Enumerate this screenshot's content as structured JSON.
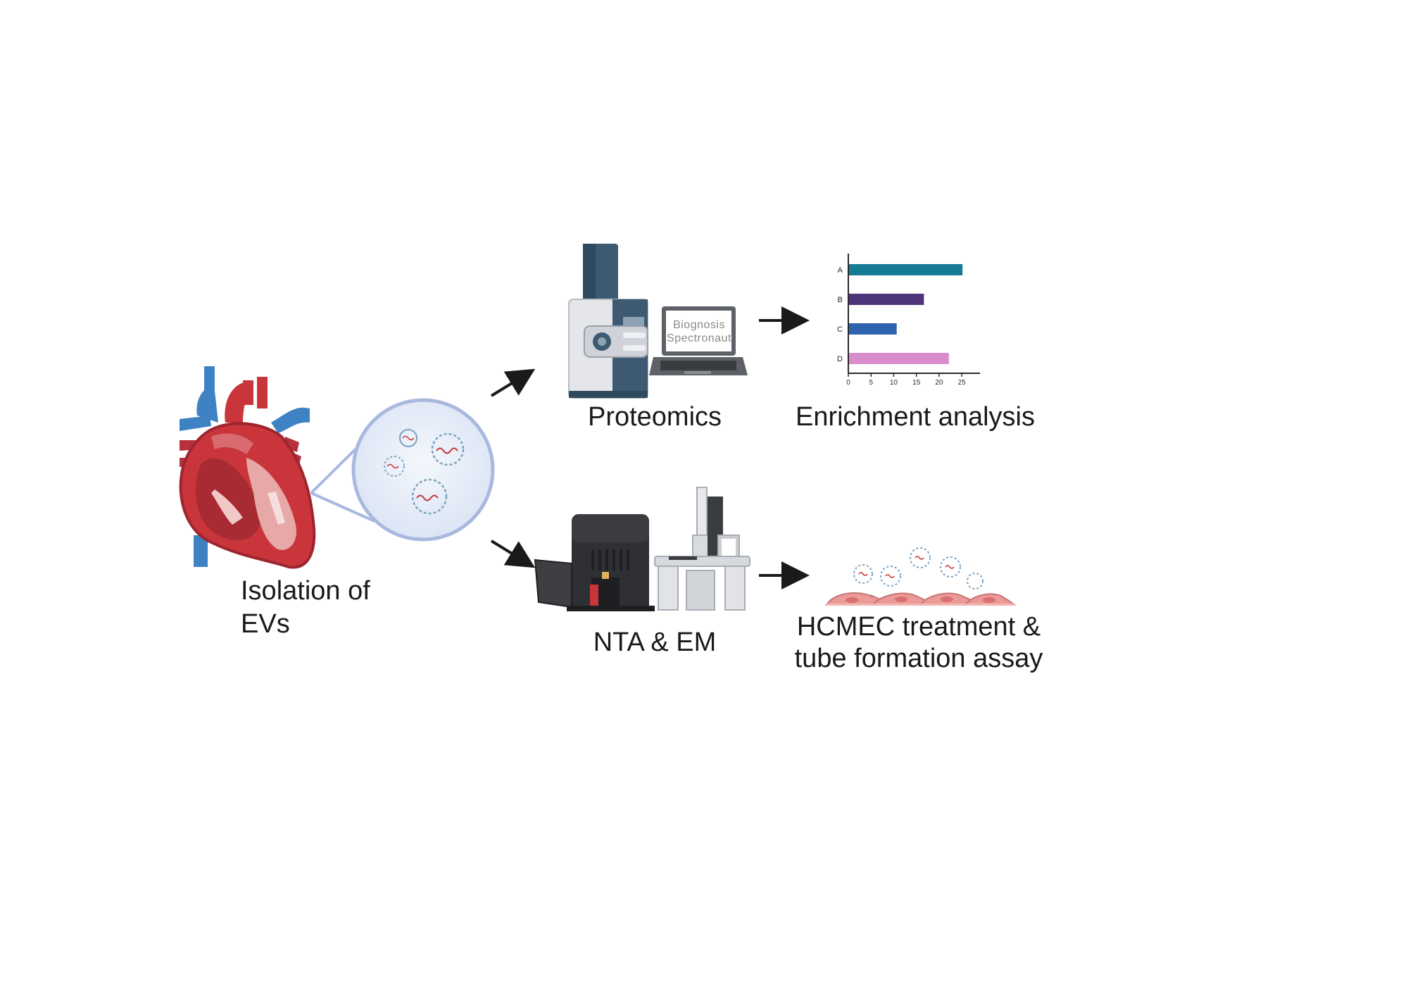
{
  "labels": {
    "isolation_line1": "Isolation of",
    "isolation_line2": "EVs",
    "proteomics": "Proteomics",
    "enrichment": "Enrichment analysis",
    "nta_em": "NTA & EM",
    "hcmec_line1": "HCMEC treatment &",
    "hcmec_line2": "tube formation assay"
  },
  "laptop_screen": {
    "line1": "Biognosis",
    "line2": "Spectronaut"
  },
  "chart_data": {
    "type": "bar",
    "orientation": "horizontal",
    "categories": [
      "A",
      "B",
      "C",
      "D"
    ],
    "values": [
      25,
      16.5,
      10.5,
      22
    ],
    "xticks": [
      "0",
      "5",
      "10",
      "15",
      "20",
      "25"
    ],
    "xlim": [
      0,
      29
    ],
    "colors": [
      "#157a93",
      "#4e3478",
      "#2e63ad",
      "#d98ccb"
    ],
    "title": "",
    "xlabel": "",
    "ylabel": ""
  },
  "colors": {
    "heart_red": "#c9353a",
    "vessel_blue": "#3f82c4",
    "magnifier": "#a9b8df",
    "arrow": "#1a1a1a"
  }
}
